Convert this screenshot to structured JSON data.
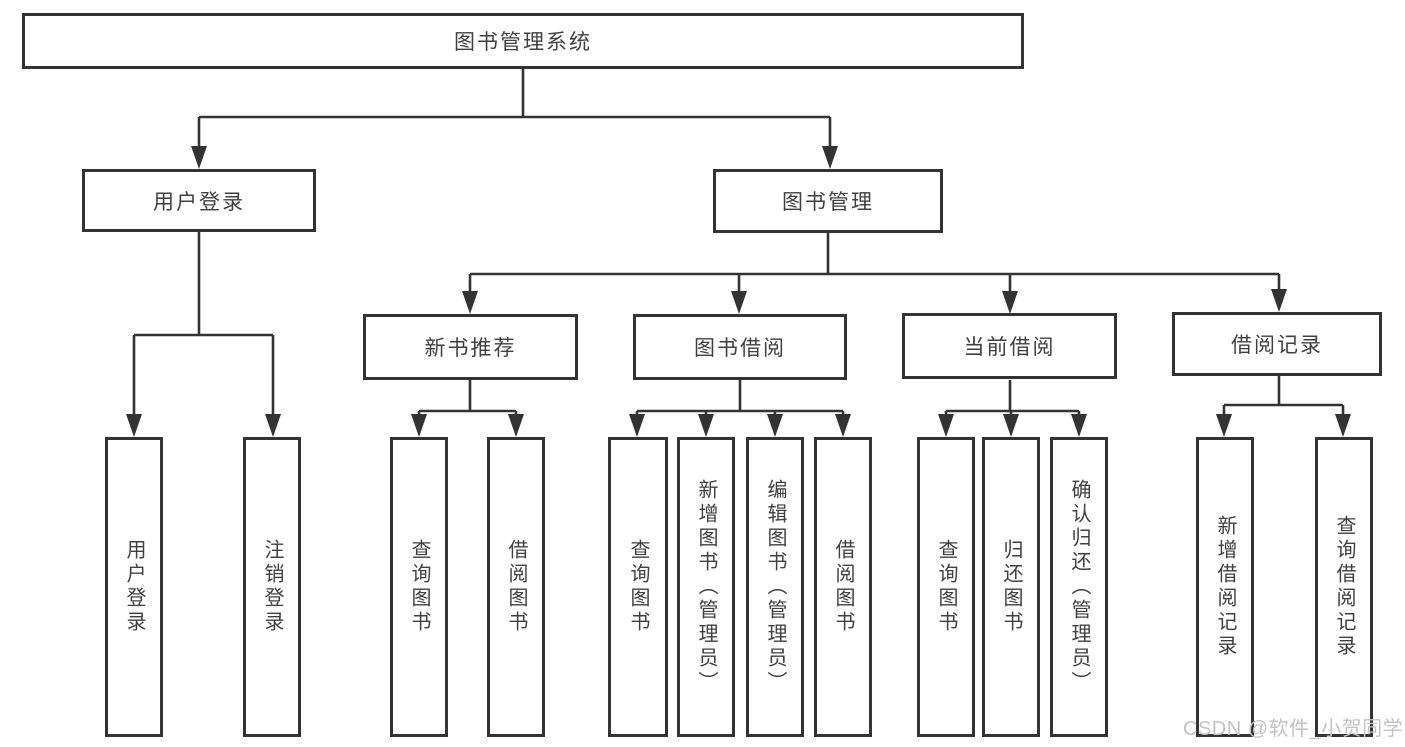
{
  "diagram": {
    "root": {
      "label": "图书管理系统"
    },
    "level2": [
      {
        "id": "user-login",
        "label": "用户登录",
        "parent": "root"
      },
      {
        "id": "book-management",
        "label": "图书管理",
        "parent": "root"
      }
    ],
    "level3": [
      {
        "id": "new-book-recommend",
        "label": "新书推荐",
        "parent": "book-management"
      },
      {
        "id": "book-borrowing",
        "label": "图书借阅",
        "parent": "book-management"
      },
      {
        "id": "current-borrowing",
        "label": "当前借阅",
        "parent": "book-management"
      },
      {
        "id": "borrowing-records",
        "label": "借阅记录",
        "parent": "book-management"
      }
    ],
    "leaves": [
      {
        "label": "用户登录",
        "parent": "user-login"
      },
      {
        "label": "注销登录",
        "parent": "user-login"
      },
      {
        "label": "查询图书",
        "parent": "new-book-recommend"
      },
      {
        "label": "借阅图书",
        "parent": "new-book-recommend"
      },
      {
        "label": "查询图书",
        "parent": "book-borrowing"
      },
      {
        "label": "新增图书（管理员）",
        "parent": "book-borrowing"
      },
      {
        "label": "编辑图书（管理员）",
        "parent": "book-borrowing"
      },
      {
        "label": "借阅图书",
        "parent": "book-borrowing"
      },
      {
        "label": "查询图书",
        "parent": "current-borrowing"
      },
      {
        "label": "归还图书",
        "parent": "current-borrowing"
      },
      {
        "label": "确认归还（管理员）",
        "parent": "current-borrowing"
      },
      {
        "label": "新增借阅记录",
        "parent": "borrowing-records"
      },
      {
        "label": "查询借阅记录",
        "parent": "borrowing-records"
      }
    ],
    "watermark": "CSDN @软件_小贺同学",
    "colors": {
      "line": "#333333",
      "text": "#404040",
      "background": "#ffffff",
      "watermark": "#c3c3c3"
    }
  }
}
